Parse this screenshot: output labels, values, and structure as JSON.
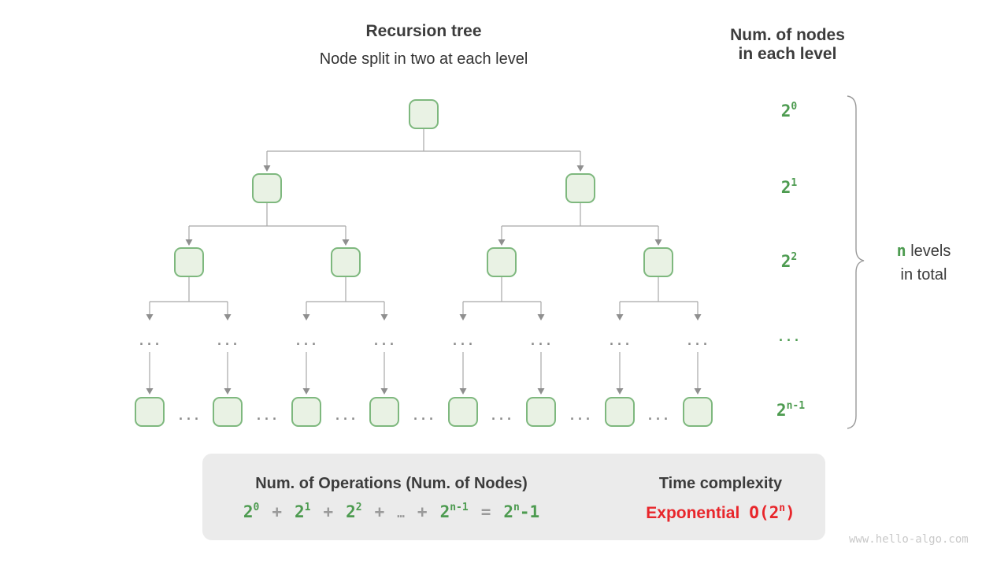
{
  "header": {
    "title": "Recursion tree",
    "subtitle": "Node split in two at each level"
  },
  "right_header": {
    "line1": "Num. of nodes",
    "line2": "in each level"
  },
  "tree": {
    "ellipsis": "..."
  },
  "levels": [
    {
      "base": "2",
      "sup": "0"
    },
    {
      "base": "2",
      "sup": "1"
    },
    {
      "base": "2",
      "sup": "2"
    },
    {
      "dots": "..."
    },
    {
      "base": "2",
      "sup": "n-1"
    }
  ],
  "brace_label": {
    "n": "n",
    "levels": " levels",
    "in_total": "in total"
  },
  "summary_box": {
    "ops_title": "Num. of Operations (Num. of Nodes)",
    "formula": {
      "t0": {
        "base": "2",
        "sup": "0"
      },
      "plus": "+",
      "t1": {
        "base": "2",
        "sup": "1"
      },
      "t2": {
        "base": "2",
        "sup": "2"
      },
      "dots": "…",
      "t3": {
        "base": "2",
        "sup": "n-1"
      },
      "equals": "=",
      "result": {
        "base": "2",
        "sup": "n",
        "tail": "-1"
      }
    },
    "time_title": "Time complexity",
    "complexity": {
      "label": "Exponential",
      "prefix": "O(2",
      "sup": "n",
      "suffix": ")"
    }
  },
  "watermark": "www.hello-algo.com",
  "colors": {
    "green": "#4d9b50",
    "node_border": "#7eb87e",
    "node_fill": "#e9f2e4",
    "line": "#a8a8a8",
    "arrow": "#8f8f8f",
    "red": "#e8262b",
    "box_bg": "#ebebeb",
    "dark": "#3c3c3c",
    "gray_text": "#8a8a8a",
    "watermark": "#c9c9c9",
    "block_arrow": "#bcbcbc"
  }
}
